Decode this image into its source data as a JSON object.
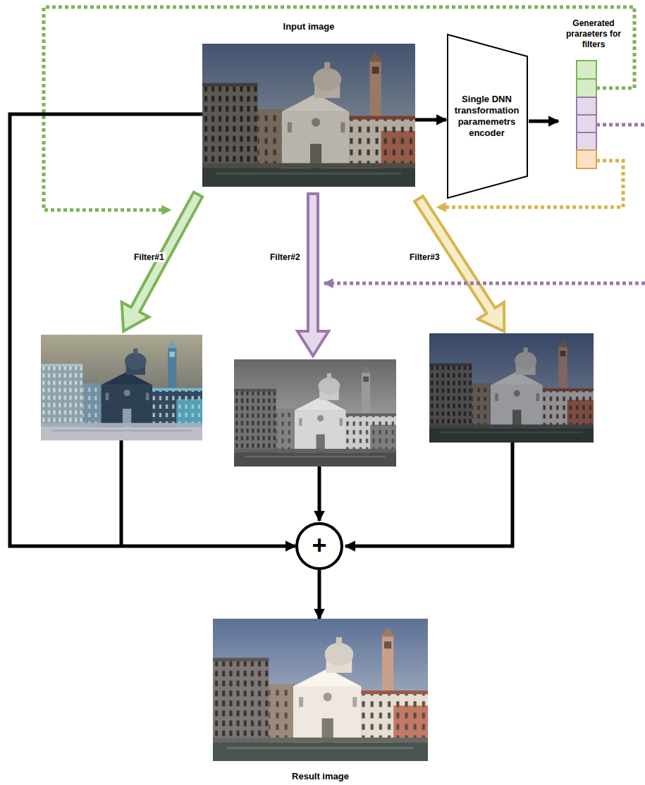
{
  "diagram": {
    "nodes": [
      {
        "text": [
          "Input image"
        ]
      },
      {
        "text": [
          "Single DNN transformation paramemetrs encoder"
        ]
      },
      {
        "text": [
          "Generated praraeters for filters"
        ]
      },
      {
        "text": [
          "+"
        ]
      },
      {
        "text": [
          "Result image"
        ]
      }
    ],
    "edges": [
      {
        "from": 0,
        "to": 1,
        "arrow": "to"
      },
      {
        "from": 1,
        "to": 2,
        "arrow": "to"
      },
      {
        "from": 0,
        "to": 3,
        "arrow": "to"
      },
      {
        "from": 3,
        "to": 4,
        "arrow": "to"
      }
    ],
    "labels": [
      "Filter#1",
      "Filter#2",
      "Filter#3"
    ]
  }
}
